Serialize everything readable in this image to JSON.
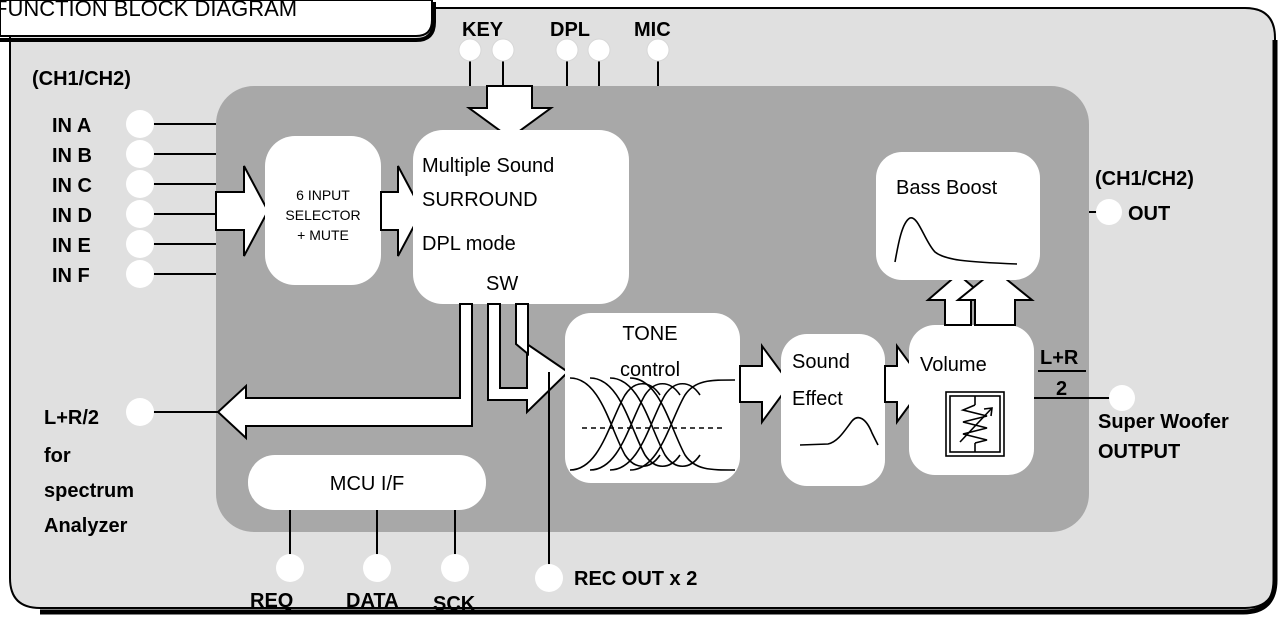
{
  "title": "FUNCTION BLOCK DIAGRAM",
  "top_pins": {
    "key": "KEY",
    "dpl": "DPL",
    "mic": "MIC"
  },
  "inputs": {
    "group_label": "(CH1/CH2)",
    "items": [
      "IN A",
      "IN B",
      "IN C",
      "IN D",
      "IN E",
      "IN F"
    ]
  },
  "blocks": {
    "selector": [
      "6 INPUT",
      "SELECTOR",
      "+ MUTE"
    ],
    "surround": [
      "Multiple Sound",
      "SURROUND",
      "DPL mode",
      "SW"
    ],
    "tone": [
      "TONE",
      "control"
    ],
    "sound_effect": [
      "Sound",
      "Effect"
    ],
    "volume": "Volume",
    "bass_boost": "Bass Boost",
    "mcu": "MCU I/F"
  },
  "outputs": {
    "main": [
      "(CH1/CH2)",
      "OUT"
    ],
    "lr_fraction": [
      "L+R",
      "2"
    ],
    "super_woofer": [
      "Super Woofer",
      "OUTPUT"
    ],
    "spectrum": [
      "L+R/2",
      "for",
      "spectrum",
      "Analyzer"
    ],
    "rec_out": "REC OUT x 2"
  },
  "bottom_pins": [
    "REQ",
    "DATA",
    "SCK"
  ],
  "colors": {
    "panel": "#e0e0e0",
    "chip": "#a8a8a8",
    "block": "#ffffff",
    "line": "#000000"
  }
}
